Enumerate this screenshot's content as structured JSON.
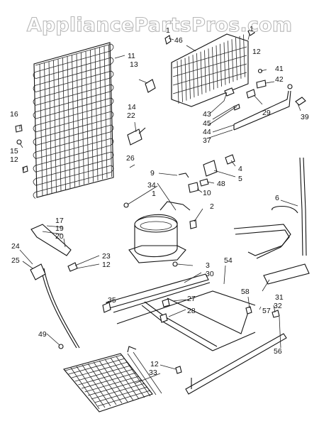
{
  "watermark": "AppliancePartsPros.com",
  "callouts": {
    "c1": "1",
    "c2": "2",
    "c3": "3",
    "c4": "4",
    "c5": "5",
    "c6": "6",
    "c9": "9",
    "c10": "10",
    "c11": "11",
    "c12a": "12",
    "c12b": "12",
    "c12c": "12",
    "c12d": "12",
    "c13": "13",
    "c14": "14",
    "c15": "15",
    "c16": "16",
    "c17": "17",
    "c19": "19",
    "c20": "20",
    "c22": "22",
    "c23": "23",
    "c24": "24",
    "c25": "25",
    "c26": "26",
    "c27": "27",
    "c28": "28",
    "c29": "29",
    "c30": "30",
    "c31": "31",
    "c32": "32",
    "c33": "33",
    "c34": "34",
    "c35": "35",
    "c37": "37",
    "c39": "39",
    "c41": "41",
    "c42": "42",
    "c43": "43",
    "c44": "44",
    "c45": "45",
    "c46": "46",
    "c48": "48",
    "c49": "49",
    "c54": "54",
    "c56": "56",
    "c57": "57",
    "c58": "58"
  },
  "colors": {
    "ink": "#111111",
    "watermark": "#b8b8b8",
    "paper": "#ffffff"
  }
}
